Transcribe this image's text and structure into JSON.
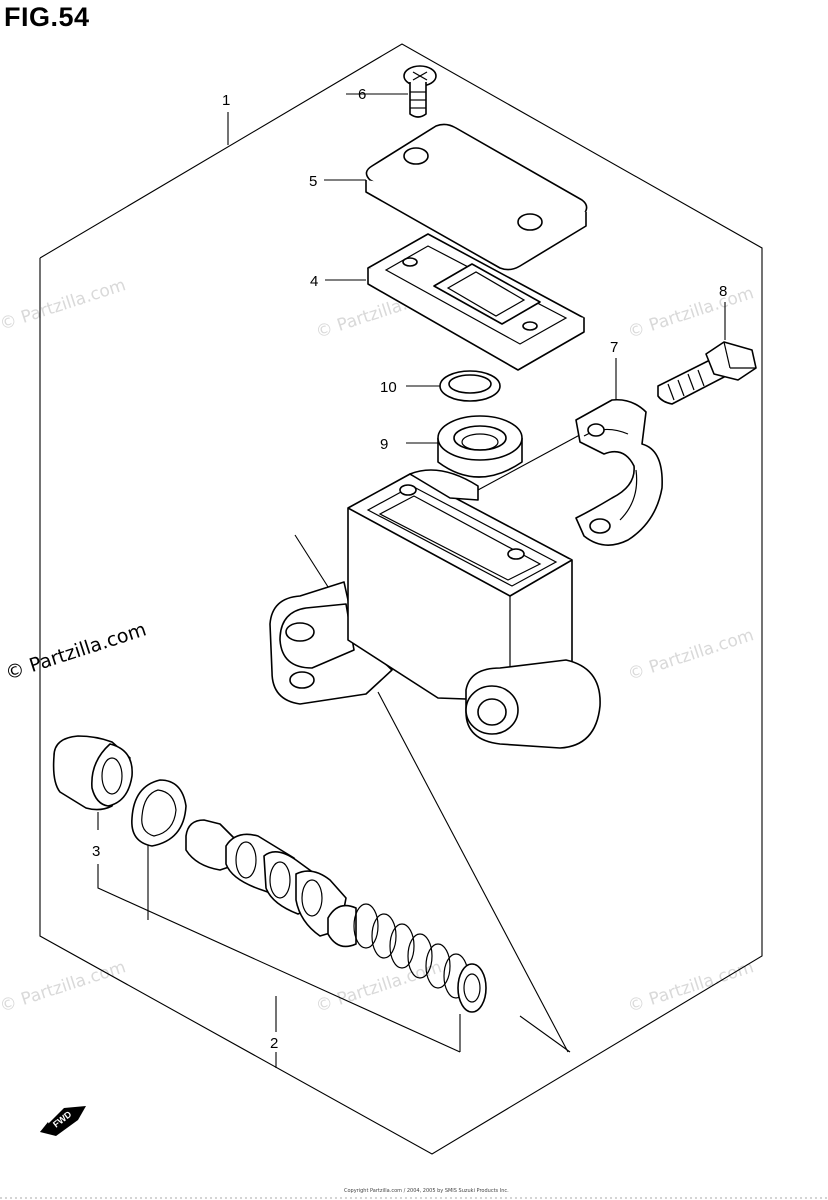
{
  "figure": {
    "title": "FIG.54"
  },
  "callouts": [
    {
      "id": "1",
      "text": "1"
    },
    {
      "id": "2",
      "text": "2"
    },
    {
      "id": "3",
      "text": "3"
    },
    {
      "id": "4",
      "text": "4"
    },
    {
      "id": "5",
      "text": "5"
    },
    {
      "id": "6",
      "text": "6"
    },
    {
      "id": "7",
      "text": "7"
    },
    {
      "id": "8",
      "text": "8"
    },
    {
      "id": "9",
      "text": "9"
    },
    {
      "id": "10",
      "text": "10"
    }
  ],
  "watermark": {
    "text": "© Partzilla.com"
  },
  "direction_marker": {
    "text": "FWD"
  },
  "footer": {
    "copyright": "Copyright Partzilla.com / 2004, 2005 by SMIS Suzuki Products Inc."
  }
}
